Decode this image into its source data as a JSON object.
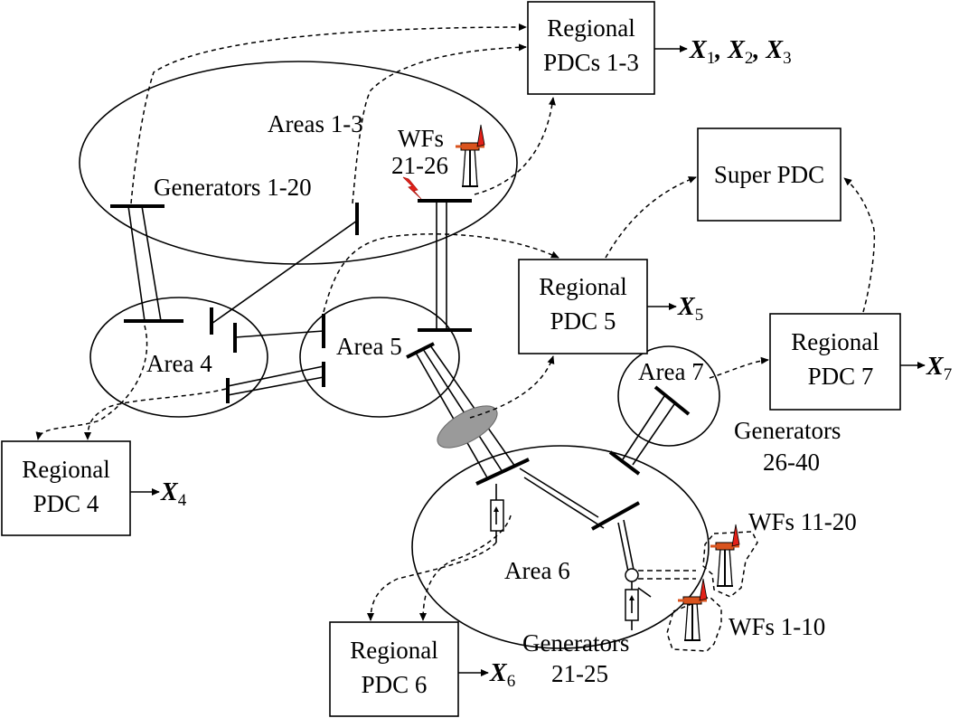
{
  "regions": {
    "areas_1_3": {
      "name": "Areas 1-3",
      "generators": "Generators 1-20",
      "wf_line1": "WFs",
      "wf_line2": "21-26"
    },
    "area_4": {
      "name": "Area 4"
    },
    "area_5": {
      "name": "Area 5"
    },
    "area_6": {
      "name": "Area 6",
      "gen_line1": "Generators",
      "gen_line2": "21-25",
      "wf_a": "WFs 11-20",
      "wf_b": "WFs 1-10"
    },
    "area_7": {
      "name": "Area 7",
      "gen_line1": "Generators",
      "gen_line2": "26-40"
    }
  },
  "pdcs": {
    "regional_1_3": {
      "line1": "Regional",
      "line2": "PDCs 1-3",
      "out_parts": [
        [
          "X",
          "1"
        ],
        [
          "X",
          "2"
        ],
        [
          "X",
          "3"
        ]
      ]
    },
    "super": {
      "label": "Super PDC"
    },
    "regional_4": {
      "line1": "Regional",
      "line2": "PDC 4",
      "out_parts": [
        [
          "X",
          "4"
        ]
      ]
    },
    "regional_5": {
      "line1": "Regional",
      "line2": "PDC 5",
      "out_parts": [
        [
          "X",
          "5"
        ]
      ]
    },
    "regional_6": {
      "line1": "Regional",
      "line2": "PDC 6",
      "out_parts": [
        [
          "X",
          "6"
        ]
      ]
    },
    "regional_7": {
      "line1": "Regional",
      "line2": "PDC 7",
      "out_parts": [
        [
          "X",
          "7"
        ]
      ]
    }
  },
  "colors": {
    "line": "#000000",
    "wind_turbine": "#d9531e",
    "fault_bolt": "#e32119",
    "pmu_ellipse": "#9a9a9a"
  },
  "icons": [
    "wind-turbine-icon",
    "lightning-fault-icon",
    "pmu-ellipse-icon",
    "generator-icon"
  ]
}
